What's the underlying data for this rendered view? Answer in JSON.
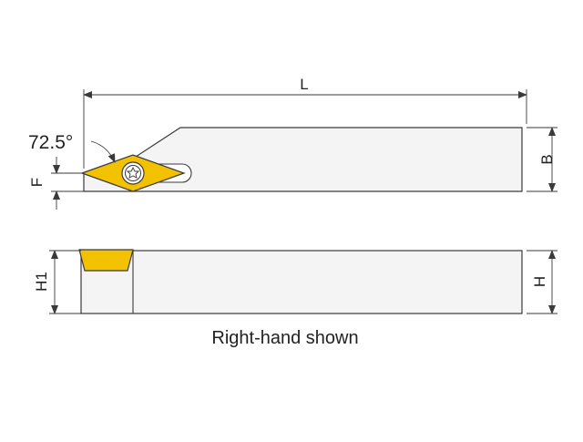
{
  "colors": {
    "line": "#3a3a3a",
    "body_fill": "#f4f4f4",
    "insert_fill": "#f2c200",
    "insert_edge": "#b58f00",
    "background": "#ffffff"
  },
  "icons": {
    "insert": "rhombic-insert-icon",
    "screw": "torx-screw-icon"
  },
  "dimensions": {
    "length": "L",
    "width": "B",
    "offset": "F",
    "height": "H",
    "height_cut": "H1",
    "angle": "72.5°"
  },
  "caption": "Right-hand shown"
}
